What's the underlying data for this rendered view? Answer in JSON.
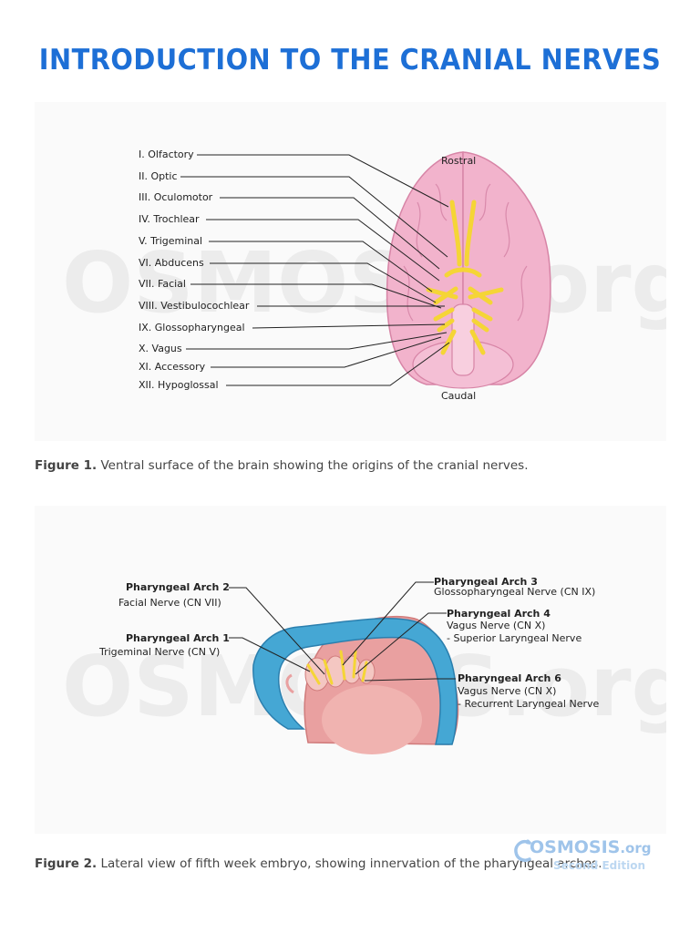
{
  "title": "INTRODUCTION TO THE CRANIAL NERVES",
  "figure1": {
    "caption_label": "Figure 1.",
    "caption_text": " Ventral surface of the brain showing the origins of the cranial nerves.",
    "rostral": "Rostral",
    "caudal": "Caudal",
    "nerves": [
      "I. Olfactory",
      "II. Optic",
      "III. Oculomotor",
      "IV. Trochlear",
      "V. Trigeminal",
      "VI. Abducens",
      "VII. Facial",
      "VIII. Vestibulocochlear",
      "IX. Glossopharyngeal",
      "X. Vagus",
      "XI. Accessory",
      "XII. Hypoglossal"
    ]
  },
  "figure2": {
    "caption_label": "Figure 2.",
    "caption_text": " Lateral view of fifth week embryo, showing innervation of the pharyngeal arches.",
    "arch2_title": "Pharyngeal Arch 2",
    "arch2_nerve": "Facial Nerve (CN VII)",
    "arch1_title": "Pharyngeal Arch 1",
    "arch1_nerve": "Trigeminal Nerve (CN V)",
    "arch3_title": "Pharyngeal Arch 3",
    "arch3_nerve": "Glossopharyngeal Nerve (CN IX)",
    "arch4_title": "Pharyngeal Arch 4",
    "arch4_nerve": "Vagus Nerve (CN X)",
    "arch4_branch": "- Superior Laryngeal Nerve",
    "arch6_title": "Pharyngeal Arch 6",
    "arch6_nerve": "Vagus Nerve (CN X)",
    "arch6_branch": "- Recurrent Laryngeal Nerve"
  },
  "watermark": "OSMOSIS.org",
  "brand": {
    "name_main": "OSMOSIS",
    "name_suffix": ".org",
    "edition": "Second Edition"
  },
  "colors": {
    "title": "#1d6fd6",
    "brain": "#f2b3cc",
    "nerve": "#f5d536",
    "embryo_blue": "#45a7d4",
    "embryo_pink": "#e9a0a0"
  }
}
